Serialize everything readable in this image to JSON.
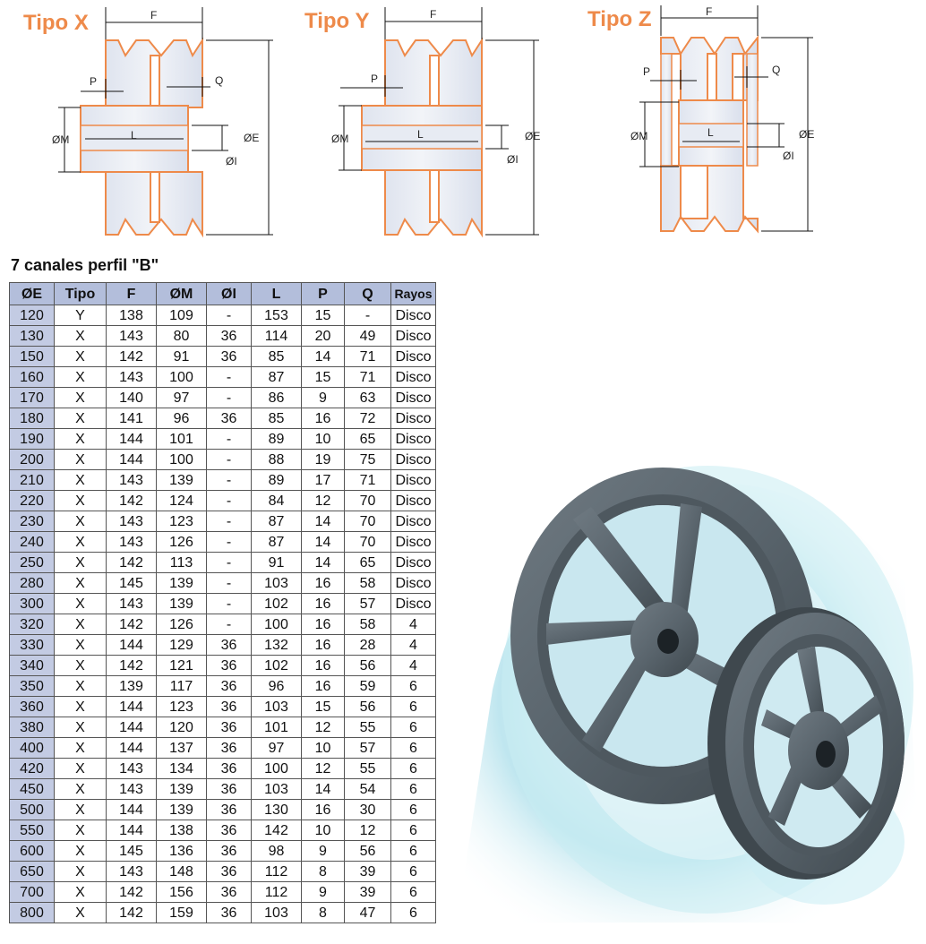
{
  "diagrams": [
    {
      "id": "x",
      "title": "Tipo X",
      "labels": {
        "F": "F",
        "P": "P",
        "Q": "Q",
        "M": "ØM",
        "L": "L",
        "E": "ØE",
        "I": "ØI"
      }
    },
    {
      "id": "y",
      "title": "Tipo Y",
      "labels": {
        "F": "F",
        "P": "P",
        "M": "ØM",
        "L": "L",
        "E": "ØE",
        "I": "ØI"
      }
    },
    {
      "id": "z",
      "title": "Tipo Z",
      "labels": {
        "F": "F",
        "P": "P",
        "Q": "Q",
        "M": "ØM",
        "L": "L",
        "E": "ØE",
        "I": "ØI"
      }
    }
  ],
  "section_title": "7 canales perfil \"B\"",
  "table": {
    "headers": [
      "ØE",
      "Tipo",
      "F",
      "ØM",
      "ØI",
      "L",
      "P",
      "Q",
      "Rayos"
    ],
    "rows": [
      [
        "120",
        "Y",
        "138",
        "109",
        "-",
        "153",
        "15",
        "-",
        "Disco"
      ],
      [
        "130",
        "X",
        "143",
        "80",
        "36",
        "114",
        "20",
        "49",
        "Disco"
      ],
      [
        "150",
        "X",
        "142",
        "91",
        "36",
        "85",
        "14",
        "71",
        "Disco"
      ],
      [
        "160",
        "X",
        "143",
        "100",
        "-",
        "87",
        "15",
        "71",
        "Disco"
      ],
      [
        "170",
        "X",
        "140",
        "97",
        "-",
        "86",
        "9",
        "63",
        "Disco"
      ],
      [
        "180",
        "X",
        "141",
        "96",
        "36",
        "85",
        "16",
        "72",
        "Disco"
      ],
      [
        "190",
        "X",
        "144",
        "101",
        "-",
        "89",
        "10",
        "65",
        "Disco"
      ],
      [
        "200",
        "X",
        "144",
        "100",
        "-",
        "88",
        "19",
        "75",
        "Disco"
      ],
      [
        "210",
        "X",
        "143",
        "139",
        "-",
        "89",
        "17",
        "71",
        "Disco"
      ],
      [
        "220",
        "X",
        "142",
        "124",
        "-",
        "84",
        "12",
        "70",
        "Disco"
      ],
      [
        "230",
        "X",
        "143",
        "123",
        "-",
        "87",
        "14",
        "70",
        "Disco"
      ],
      [
        "240",
        "X",
        "143",
        "126",
        "-",
        "87",
        "14",
        "70",
        "Disco"
      ],
      [
        "250",
        "X",
        "142",
        "113",
        "-",
        "91",
        "14",
        "65",
        "Disco"
      ],
      [
        "280",
        "X",
        "145",
        "139",
        "-",
        "103",
        "16",
        "58",
        "Disco"
      ],
      [
        "300",
        "X",
        "143",
        "139",
        "-",
        "102",
        "16",
        "57",
        "Disco"
      ],
      [
        "320",
        "X",
        "142",
        "126",
        "-",
        "100",
        "16",
        "58",
        "4"
      ],
      [
        "330",
        "X",
        "144",
        "129",
        "36",
        "132",
        "16",
        "28",
        "4"
      ],
      [
        "340",
        "X",
        "142",
        "121",
        "36",
        "102",
        "16",
        "56",
        "4"
      ],
      [
        "350",
        "X",
        "139",
        "117",
        "36",
        "96",
        "16",
        "59",
        "6"
      ],
      [
        "360",
        "X",
        "144",
        "123",
        "36",
        "103",
        "15",
        "56",
        "6"
      ],
      [
        "380",
        "X",
        "144",
        "120",
        "36",
        "101",
        "12",
        "55",
        "6"
      ],
      [
        "400",
        "X",
        "144",
        "137",
        "36",
        "97",
        "10",
        "57",
        "6"
      ],
      [
        "420",
        "X",
        "143",
        "134",
        "36",
        "100",
        "12",
        "55",
        "6"
      ],
      [
        "450",
        "X",
        "143",
        "139",
        "36",
        "103",
        "14",
        "54",
        "6"
      ],
      [
        "500",
        "X",
        "144",
        "139",
        "36",
        "130",
        "16",
        "30",
        "6"
      ],
      [
        "550",
        "X",
        "144",
        "138",
        "36",
        "142",
        "10",
        "12",
        "6"
      ],
      [
        "600",
        "X",
        "145",
        "136",
        "36",
        "98",
        "9",
        "56",
        "6"
      ],
      [
        "650",
        "X",
        "143",
        "148",
        "36",
        "112",
        "8",
        "39",
        "6"
      ],
      [
        "700",
        "X",
        "142",
        "156",
        "36",
        "112",
        "9",
        "39",
        "6"
      ],
      [
        "800",
        "X",
        "142",
        "159",
        "36",
        "103",
        "8",
        "47",
        "6"
      ]
    ]
  },
  "colors": {
    "accent": "#ee8a4a",
    "table_tint": "#c3cbe3",
    "pulley": "#59646c"
  },
  "photo": {
    "icon": "pulley-photo-icon"
  }
}
